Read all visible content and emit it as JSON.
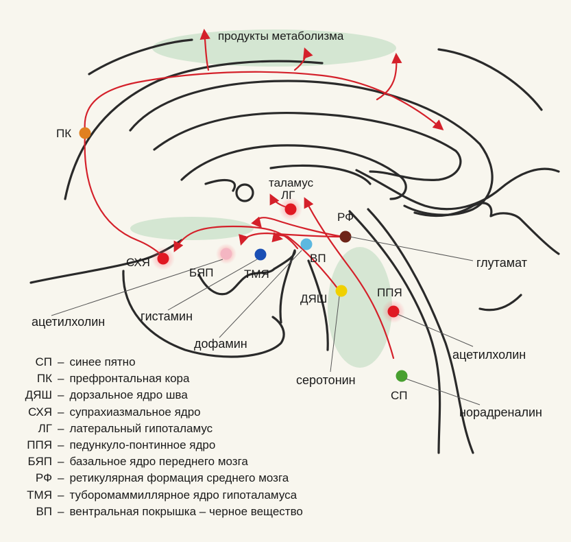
{
  "labels": {
    "title": "продукты метаболизма",
    "thalamus": "таламус"
  },
  "nuclei": {
    "pk": {
      "abbr": "ПК",
      "color": "#e08020"
    },
    "lg": {
      "abbr": "ЛГ",
      "color": "#e01822"
    },
    "rf": {
      "abbr": "РФ",
      "color": "#6e2418"
    },
    "shya": {
      "abbr": "СХЯ",
      "color": "#e01822"
    },
    "byap": {
      "abbr": "БЯП",
      "color": "#f4b6c2"
    },
    "tmya": {
      "abbr": "ТМЯ",
      "color": "#1a4fb4"
    },
    "vp": {
      "abbr": "ВП",
      "color": "#5cb8e0"
    },
    "dyash": {
      "abbr": "ДЯШ",
      "color": "#f0d000"
    },
    "ppya": {
      "abbr": "ППЯ",
      "color": "#e01822"
    },
    "sp": {
      "abbr": "СП",
      "color": "#48a030"
    }
  },
  "neurotransmitters": {
    "glutamate": "глутамат",
    "acetylcholine_left": "ацетилхолин",
    "histamine": "гистамин",
    "dopamine": "дофамин",
    "acetylcholine_right": "ацетилхолин",
    "serotonin": "серотонин",
    "noradrenaline": "норадреналин"
  },
  "legend": [
    {
      "abbr": "СП",
      "text": "синее пятно"
    },
    {
      "abbr": "ПК",
      "text": "префронтальная кора"
    },
    {
      "abbr": "ДЯШ",
      "text": "дорзальное ядро шва"
    },
    {
      "abbr": "СХЯ",
      "text": "супрахиазмальное ядро"
    },
    {
      "abbr": "ЛГ",
      "text": "латеральный гипоталамус"
    },
    {
      "abbr": "ППЯ",
      "text": "педункуло-понтинное ядро"
    },
    {
      "abbr": "БЯП",
      "text": "базальное ядро переднего мозга"
    },
    {
      "abbr": "РФ",
      "text": "ретикулярная формация среднего мозга"
    },
    {
      "abbr": "ТМЯ",
      "text": "туборомаммиллярное ядро гипоталамуса"
    },
    {
      "abbr": "ВП",
      "text": "вентральная покрышка – черное вещество"
    }
  ],
  "colors": {
    "pathway": "#d4202a",
    "region_fill": "#c8e0c8",
    "anatomy": "#2a2a2a",
    "background": "#f8f6ee"
  }
}
